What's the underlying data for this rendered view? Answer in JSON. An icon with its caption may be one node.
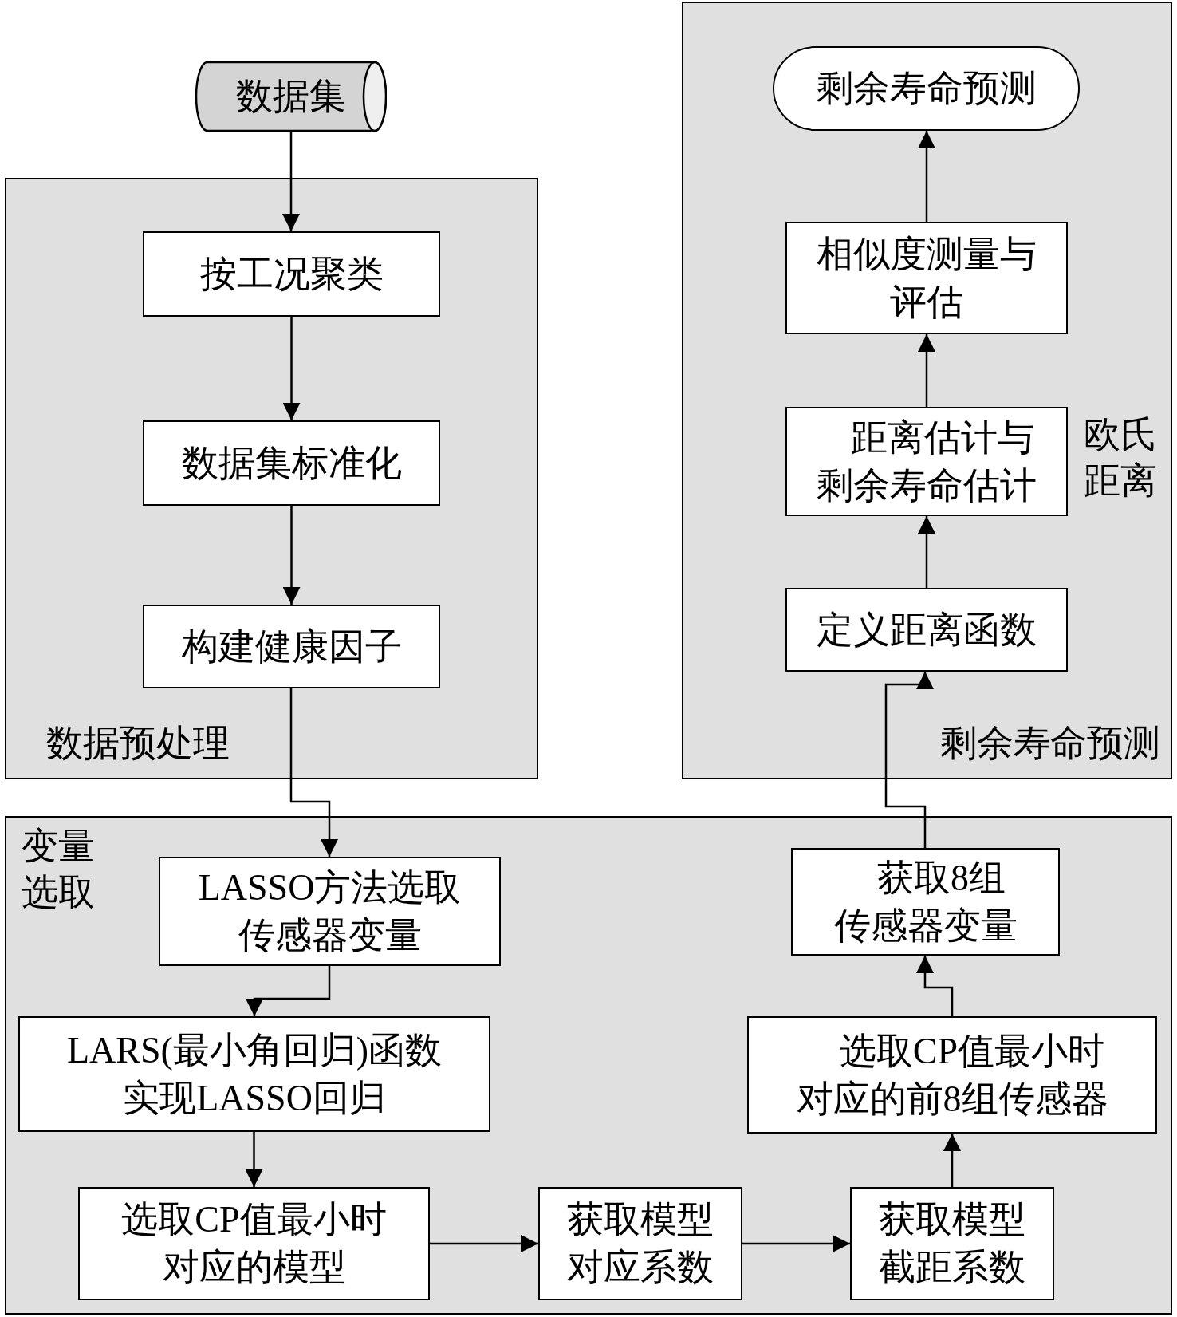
{
  "diagram": {
    "nodes": [
      {
        "text": [
          "数据集"
        ]
      },
      {
        "text": [
          "数据预处理"
        ]
      },
      {
        "text": [
          "按工况聚类"
        ],
        "in": 1
      },
      {
        "text": [
          "数据集标准化"
        ],
        "in": 1
      },
      {
        "text": [
          "构建健康因子"
        ],
        "in": 1
      },
      {
        "text": [
          "剩余寿命预测"
        ]
      },
      {
        "text": [
          "剩余寿命预测"
        ],
        "in": 5
      },
      {
        "text": [
          "相似度测量与评估"
        ],
        "in": 5
      },
      {
        "text": [
          "距离估计与剩余寿命估计"
        ],
        "in": 5,
        "beside": [
          "欧氏距离"
        ]
      },
      {
        "text": [
          "定义距离函数"
        ],
        "in": 5
      },
      {
        "text": [
          "变量选取"
        ]
      },
      {
        "text": [
          "LASSO方法选取传感器变量"
        ],
        "in": 10
      },
      {
        "text": [
          "LARS(最小角回归)函数实现LASSO回归"
        ],
        "in": 10
      },
      {
        "text": [
          "选取CP值最小时对应的模型"
        ],
        "in": 10
      },
      {
        "text": [
          "获取模型对应系数"
        ],
        "in": 10
      },
      {
        "text": [
          "获取模型截距系数"
        ],
        "in": 10
      },
      {
        "text": [
          "选取CP值最小时对应的前8组传感器"
        ],
        "in": 10
      },
      {
        "text": [
          "获取8组传感器变量"
        ],
        "in": 10
      }
    ],
    "edges": [
      {
        "from": 0,
        "to": 2,
        "arrow": "to"
      },
      {
        "from": 2,
        "to": 3,
        "arrow": "to"
      },
      {
        "from": 3,
        "to": 4,
        "arrow": "to"
      },
      {
        "from": 4,
        "to": 11,
        "arrow": "to"
      },
      {
        "from": 11,
        "to": 12,
        "arrow": "to"
      },
      {
        "from": 12,
        "to": 13,
        "arrow": "to"
      },
      {
        "from": 13,
        "to": 14,
        "arrow": "to"
      },
      {
        "from": 14,
        "to": 15,
        "arrow": "to"
      },
      {
        "from": 15,
        "to": 16,
        "arrow": "to"
      },
      {
        "from": 16,
        "to": 17,
        "arrow": "to"
      },
      {
        "from": 17,
        "to": 9,
        "arrow": "to"
      },
      {
        "from": 9,
        "to": 8,
        "arrow": "to"
      },
      {
        "from": 8,
        "to": 7,
        "arrow": "to"
      },
      {
        "from": 7,
        "to": 6,
        "arrow": "to"
      }
    ]
  }
}
